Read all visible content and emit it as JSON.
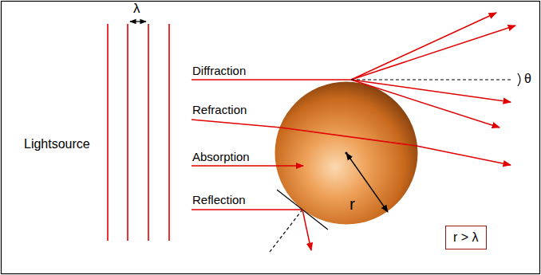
{
  "diagram": {
    "nodes": [
      {
        "text": [
          "r"
        ]
      },
      {
        "text": [
          "r > λ"
        ]
      }
    ],
    "labels": [
      "λ",
      "Lightsource",
      "Diffraction",
      "Refraction",
      "Absorption",
      "Reflection",
      "θ"
    ]
  }
}
